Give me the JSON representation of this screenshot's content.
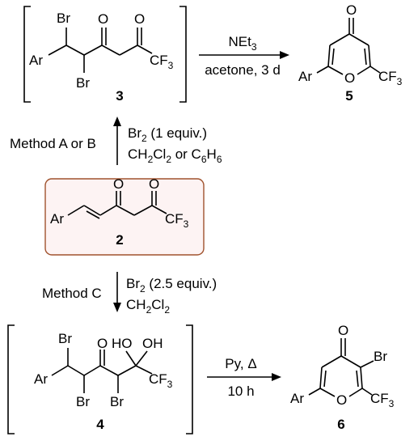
{
  "colors": {
    "highlight_border": "#a0522d",
    "highlight_fill": "#fdf3f3"
  },
  "compounds": {
    "c3": {
      "number": "3",
      "atoms": {
        "br1": "Br",
        "ar": "Ar",
        "br2": "Br",
        "o1": "O",
        "o2": "O",
        "cf3": "CF",
        "cf3_sub": "3"
      }
    },
    "c5": {
      "number": "5",
      "atoms": {
        "o_keto": "O",
        "ar": "Ar",
        "o_ring": "O",
        "cf3": "CF",
        "cf3_sub": "3"
      }
    },
    "c2": {
      "number": "2",
      "atoms": {
        "ar": "Ar",
        "o1": "O",
        "o2": "O",
        "cf3": "CF",
        "cf3_sub": "3"
      }
    },
    "c4": {
      "number": "4",
      "atoms": {
        "br1": "Br",
        "ar": "Ar",
        "br2": "Br",
        "br3": "Br",
        "o1": "O",
        "ho": "HO",
        "oh": "OH",
        "cf3": "CF",
        "cf3_sub": "3"
      }
    },
    "c6": {
      "number": "6",
      "atoms": {
        "o_keto": "O",
        "br": "Br",
        "ar": "Ar",
        "o_ring": "O",
        "cf3": "CF",
        "cf3_sub": "3"
      }
    }
  },
  "arrows": {
    "r3_to_5": {
      "above_main": "NEt",
      "above_sub": "3",
      "below": "acetone, 3 d"
    },
    "r2_to_3": {
      "left": "Method A or B",
      "line1_main": "Br",
      "line1_sub": "2",
      "line1_rest": " (1 equiv.)",
      "line2_a": "CH",
      "line2_sub1": "2",
      "line2_b": "Cl",
      "line2_sub2": "2",
      "line2_c": " or C",
      "line2_sub3": "6",
      "line2_d": "H",
      "line2_sub4": "6"
    },
    "r2_to_4": {
      "left": "Method C",
      "line1_main": "Br",
      "line1_sub": "2",
      "line1_rest": " (2.5 equiv.)",
      "line2_a": "CH",
      "line2_sub1": "2",
      "line2_b": "Cl",
      "line2_sub2": "2"
    },
    "r4_to_6": {
      "above": "Py, Δ",
      "below": "10 h"
    }
  }
}
